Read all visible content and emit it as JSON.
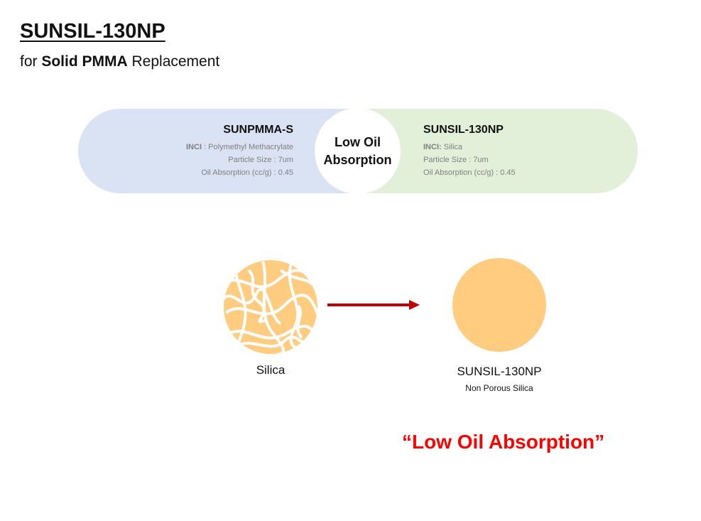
{
  "header": {
    "title": "SUNSIL-130NP",
    "subtitle_prefix": "for ",
    "subtitle_bold": "Solid PMMA",
    "subtitle_suffix": " Replacement"
  },
  "comparison": {
    "center_line1": "Low Oil",
    "center_line2": "Absorption",
    "left": {
      "name": "SUNPMMA-S",
      "inci_label": "INCI",
      "inci_value": " : Polymethyl Methacrylate",
      "particle": "Particle Size : 7um",
      "oil": "Oil Absorption (cc/g) : 0.45"
    },
    "right": {
      "name": "SUNSIL-130NP",
      "inci_label": "INCI:",
      "inci_value": " Silica",
      "particle": "Particle Size : 7um",
      "oil": "Oil Absorption (cc/g) : 0.45"
    }
  },
  "diagram": {
    "from_label": "Silica",
    "to_label": "SUNSIL-130NP",
    "to_sublabel": "Non Porous Silica",
    "particle_color": "#ffcc80",
    "arrow_color": "#c00000"
  },
  "tagline": "“Low Oil Absorption”"
}
